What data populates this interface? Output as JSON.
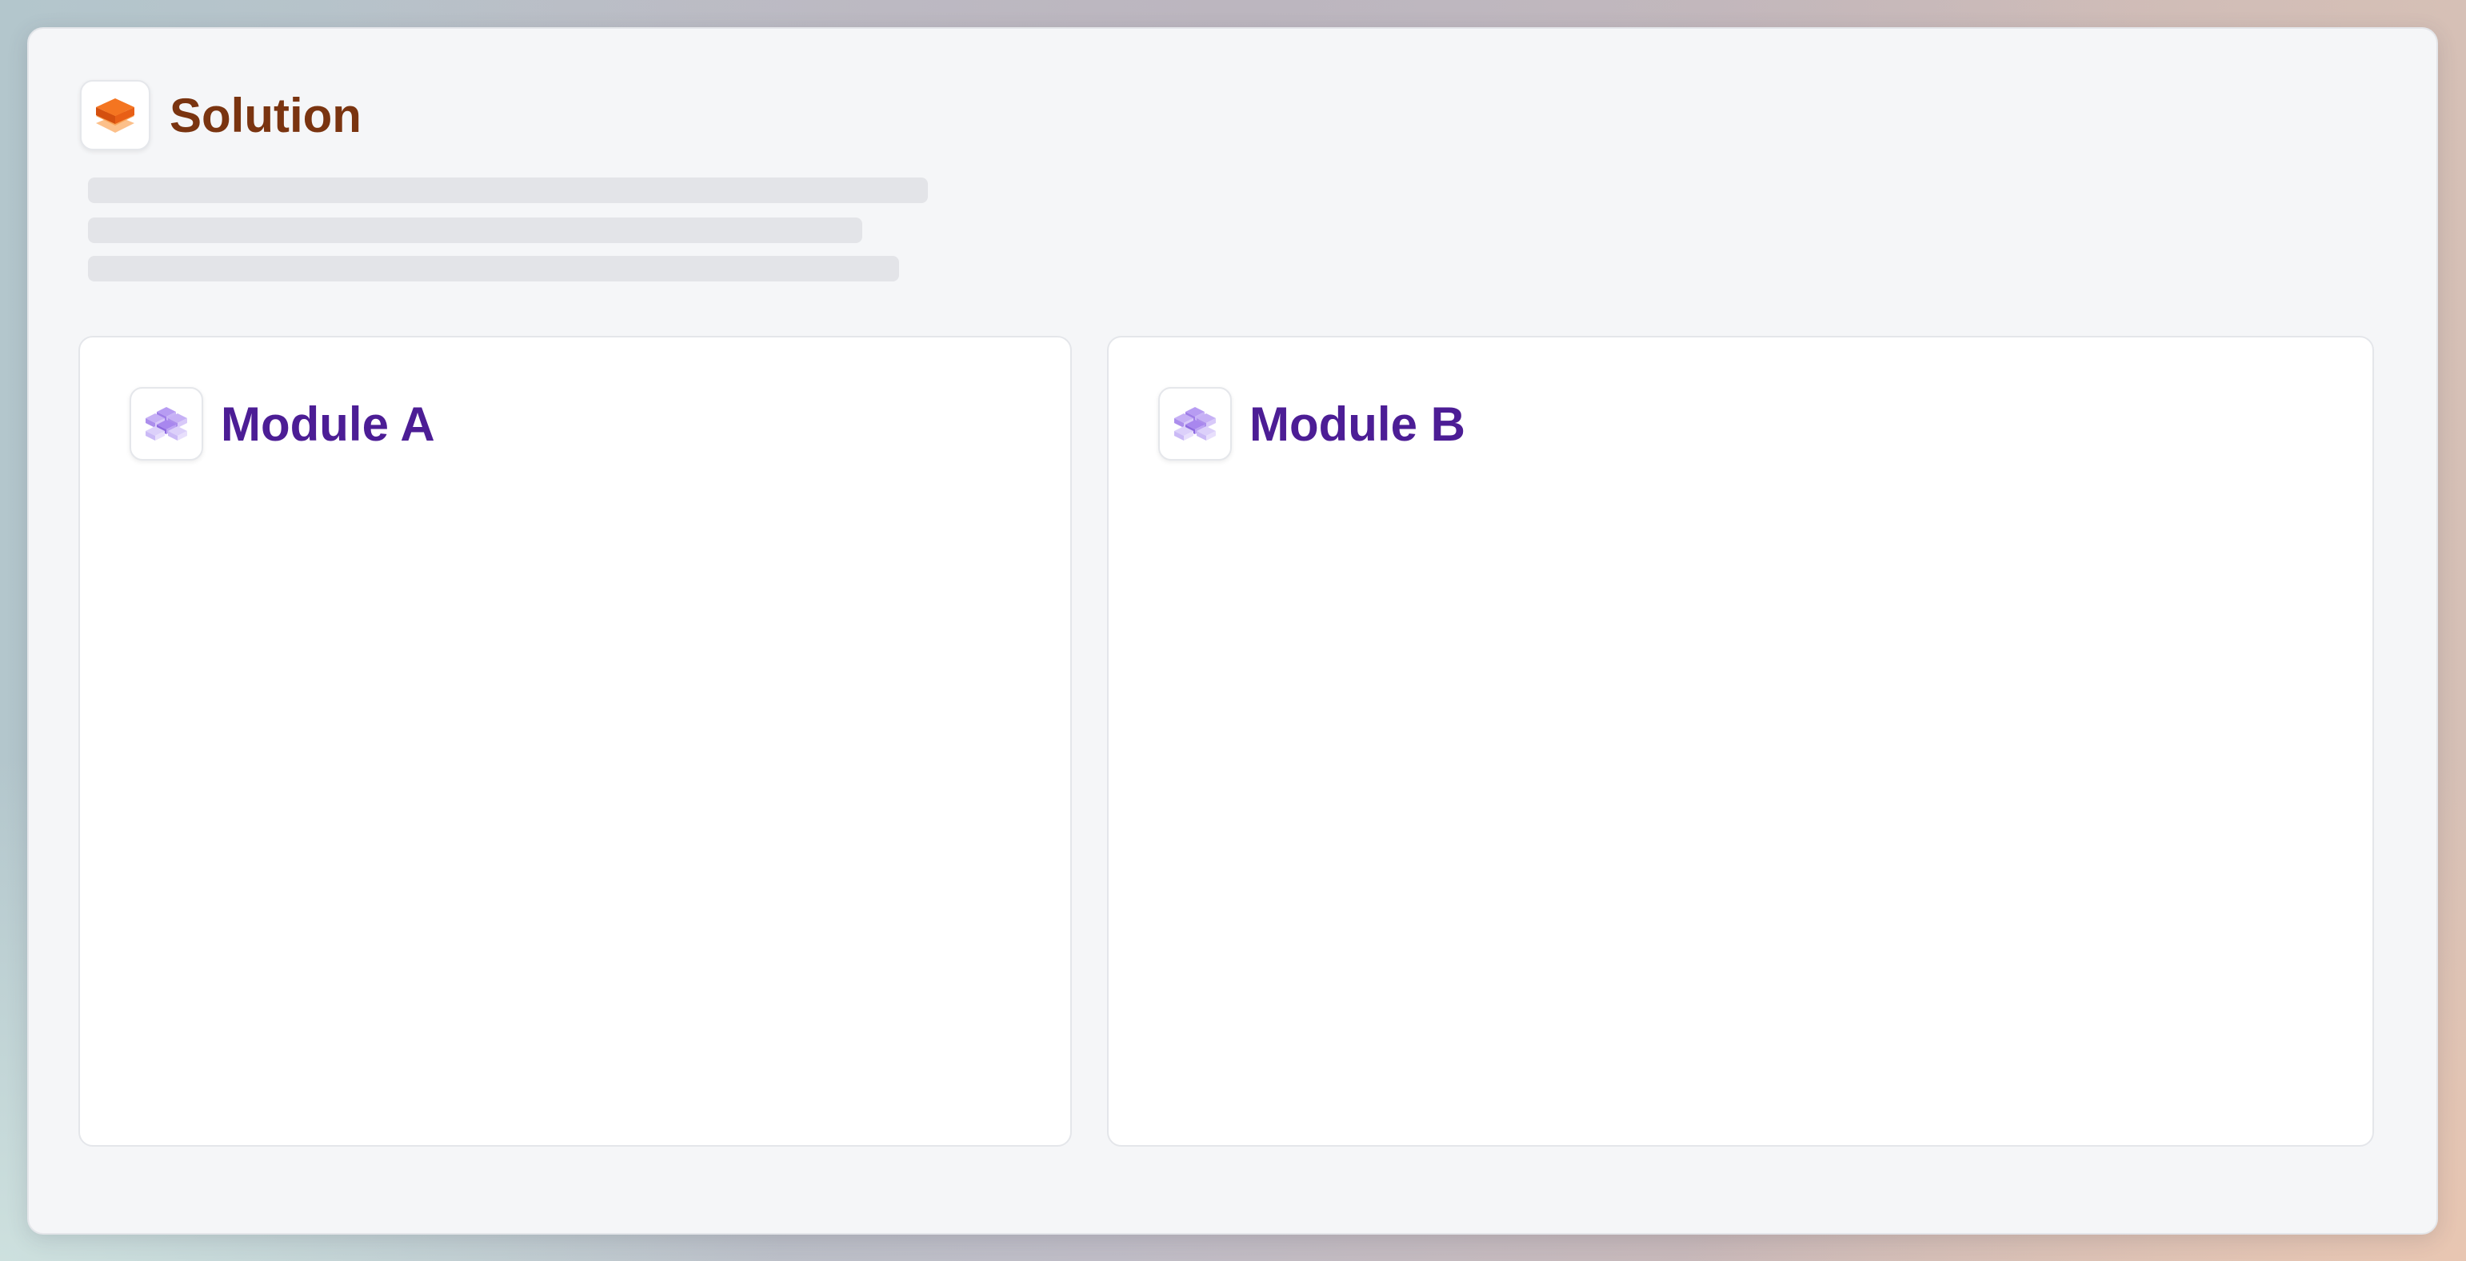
{
  "solution": {
    "title": "Solution",
    "icon": "layers-stack-icon",
    "icon_colors": [
      "#f26a1b",
      "#fbb57a"
    ],
    "title_color": "#7a3410"
  },
  "modules": [
    {
      "title": "Module A",
      "icon": "cube-grid-icon",
      "title_color": "#4c1d95"
    },
    {
      "title": "Module B",
      "icon": "cube-grid-icon",
      "title_color": "#4c1d95"
    }
  ]
}
